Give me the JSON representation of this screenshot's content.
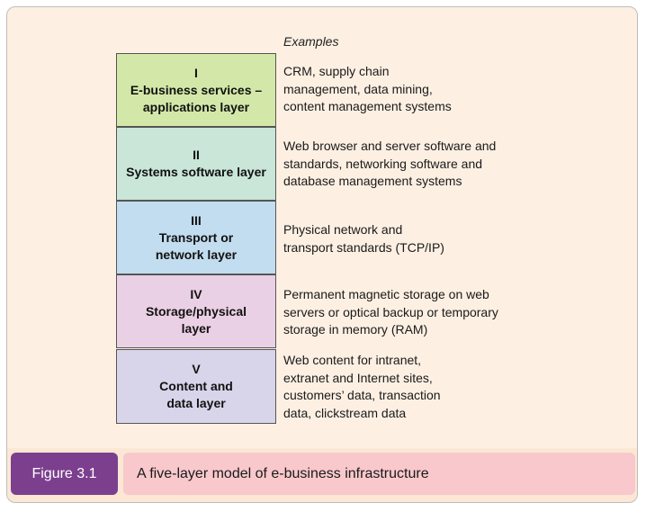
{
  "examples_heading": "Examples",
  "layers": [
    {
      "numeral": "I",
      "name": "E-business services –\napplications layer",
      "color": "#d3e8a8",
      "examples": "CRM, supply chain\nmanagement, data mining,\ncontent management systems"
    },
    {
      "numeral": "II",
      "name": "Systems software layer",
      "color": "#c9e6d8",
      "examples": "Web browser and server software and\nstandards, networking software and\ndatabase management systems"
    },
    {
      "numeral": "III",
      "name": "Transport or\nnetwork layer",
      "color": "#c2ddef",
      "examples": "Physical network and\ntransport standards (TCP/IP)"
    },
    {
      "numeral": "IV",
      "name": "Storage/physical\nlayer",
      "color": "#ead0e4",
      "examples": "Permanent magnetic storage on web\nservers or optical backup or temporary\nstorage in memory (RAM)"
    },
    {
      "numeral": "V",
      "name": "Content and\ndata layer",
      "color": "#d8d4ea",
      "examples": "Web content for intranet,\nextranet and Internet sites,\ncustomers’ data, transaction\ndata, clickstream data"
    }
  ],
  "figure": {
    "label": "Figure 3.1",
    "caption": "A five-layer model of e-business infrastructure"
  }
}
